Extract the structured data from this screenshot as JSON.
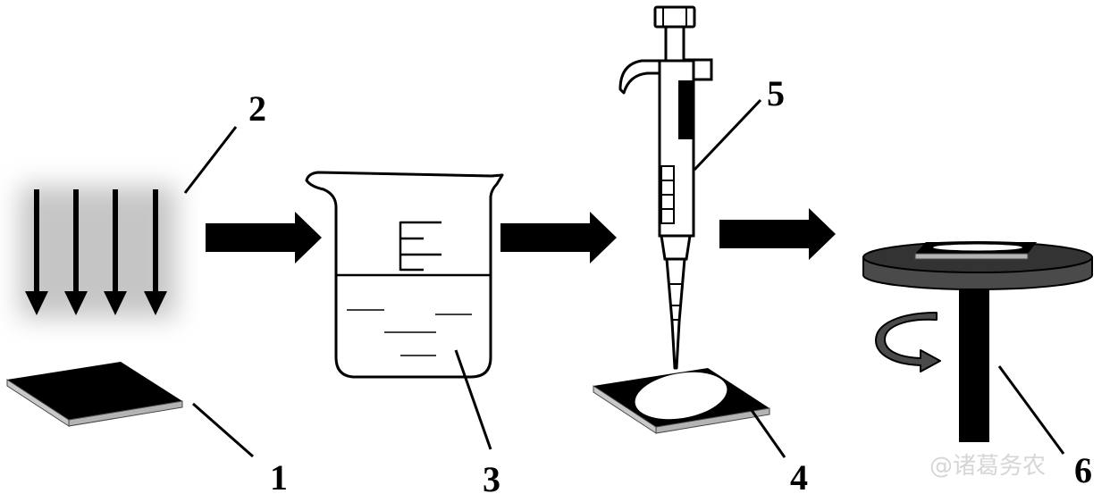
{
  "labels": {
    "n1": "1",
    "n2": "2",
    "n3": "3",
    "n4": "4",
    "n5": "5",
    "n6": "6"
  },
  "watermark": {
    "text": "@诸葛务农"
  },
  "colors": {
    "ink": "#000000",
    "gray_disk": "#4a4a4a",
    "substrate_edge": "#b8b8b8"
  }
}
